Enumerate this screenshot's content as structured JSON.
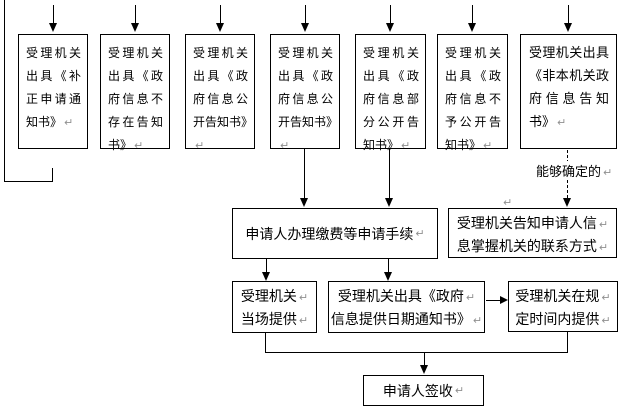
{
  "marks": {
    "return_mark": "↵"
  },
  "colors": {
    "line": "#000000",
    "text": "#000000",
    "paragraph_mark": "#909090",
    "background": "#ffffff"
  },
  "flow": {
    "top_boxes": [
      {
        "text": "受理机关出具《补正申请通知书》"
      },
      {
        "text": "受理机关出具《政府信息不存在告知书》"
      },
      {
        "text": "受理机关出具《政府信息公开告知书》"
      },
      {
        "text": "受理机关出具《政府信息公开告知书》"
      },
      {
        "text": "受理机关出具《政府信息部分公开告知书》"
      },
      {
        "text": "受理机关出具《政府信息不予公开告知书》"
      },
      {
        "text": "受理机关出具《非本机关政府信息告知书》"
      }
    ],
    "fee_box": {
      "text": "申请人办理缴费等申请手续"
    },
    "notify_contact_box": {
      "lines": [
        "受理机关告知申请人信",
        "息掌握机关的联系方式"
      ]
    },
    "dashed_label": {
      "text": "能够确定的"
    },
    "onsite_box": {
      "lines": [
        "受理机关",
        "当场提供"
      ]
    },
    "date_notice_box": {
      "lines": [
        "受理机关出具《政府",
        "信息提供日期通知书》"
      ]
    },
    "scheduled_box": {
      "lines": [
        "受理机关在规",
        "定时间内提供"
      ]
    },
    "sign_box": {
      "text": "申请人签收"
    }
  }
}
